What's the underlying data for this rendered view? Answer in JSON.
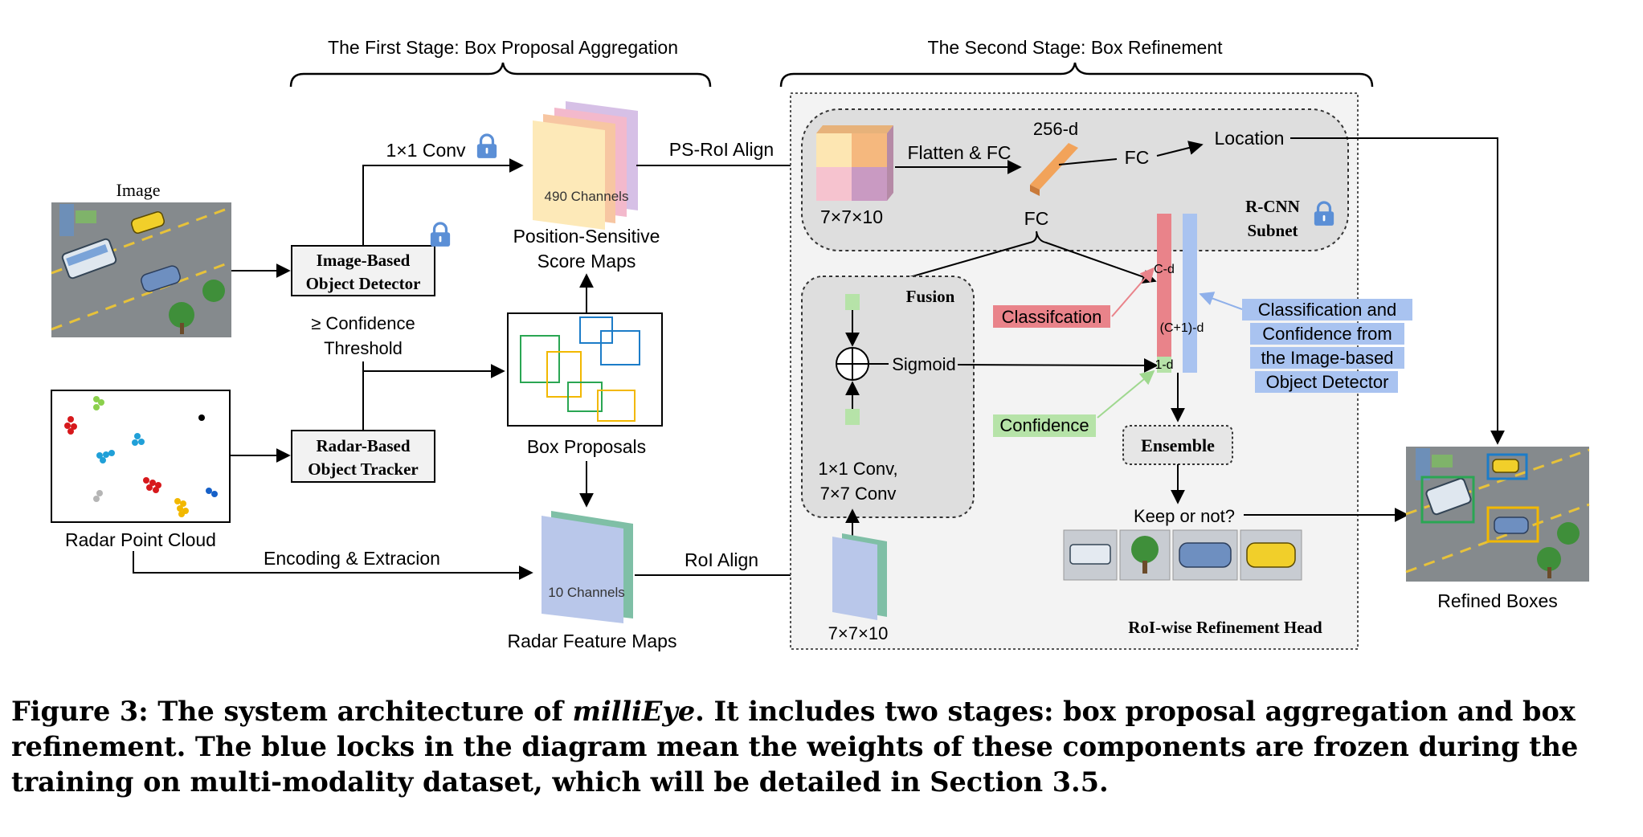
{
  "stages": {
    "first": "The First Stage: Box Proposal Aggregation",
    "second": "The Second Stage: Box Refinement"
  },
  "inputs": {
    "image_label": "Image",
    "radar_label": "Radar Point Cloud"
  },
  "modules": {
    "image_detector": [
      "Image-Based",
      "Object Detector"
    ],
    "radar_tracker": [
      "Radar-Based",
      "Object Tracker"
    ],
    "confidence_threshold": [
      "≥ Confidence",
      "Threshold"
    ]
  },
  "edges": {
    "conv1x1": "1×1 Conv",
    "ps_roi_align": "PS-RoI Align",
    "encoding": "Encoding & Extracion",
    "roi_align": "RoI Align"
  },
  "maps": {
    "channels_490": "490 Channels",
    "ps_score_maps": [
      "Position-Sensitive",
      "Score Maps"
    ],
    "box_proposals": "Box Proposals",
    "channels_10": "10 Channels",
    "radar_feature_maps": "Radar Feature Maps"
  },
  "rcnn": {
    "dims_777": "7×7×10",
    "flatten_fc": "Flatten & FC",
    "dim_256": "256-d",
    "fc_top": "FC",
    "fc_bottom": "FC",
    "location": "Location",
    "title": [
      "R-CNN",
      "Subnet"
    ]
  },
  "fusion": {
    "title": "Fusion",
    "sigmoid": "Sigmoid",
    "conv": [
      "1×1 Conv,",
      "7×7 Conv"
    ],
    "dims_bottom": "7×7×10"
  },
  "refine": {
    "cd": "C-d",
    "one_d": "1-d",
    "c1d": "(C+1)-d",
    "classification": "Classifcation",
    "confidence": "Confidence",
    "cls_conf": [
      "Classification and",
      "Confidence from",
      "the Image-based",
      "Object Detector"
    ],
    "ensemble": "Ensemble",
    "keep": "Keep or not?",
    "head_title": "RoI-wise Refinement Head"
  },
  "output": {
    "refined_boxes": "Refined Boxes"
  },
  "caption": {
    "prefix": "Figure 3: The system architecture of ",
    "name": "milliEye",
    "suffix": ". It includes two stages: box proposal aggregation and box refinement. The blue locks in the diagram mean the weights of these components are frozen during the training on multi-modality dataset, which will be detailed in Section 3.5."
  },
  "colors": {
    "lock_blue": "#5b8fd6",
    "classification_red": "#e9838a",
    "confidence_green": "#b6e3a8",
    "cls_conf_blue": "#a9c3f0",
    "radar_map_blue": "#b9c7ea",
    "radar_map_green": "#7fbfa6"
  }
}
